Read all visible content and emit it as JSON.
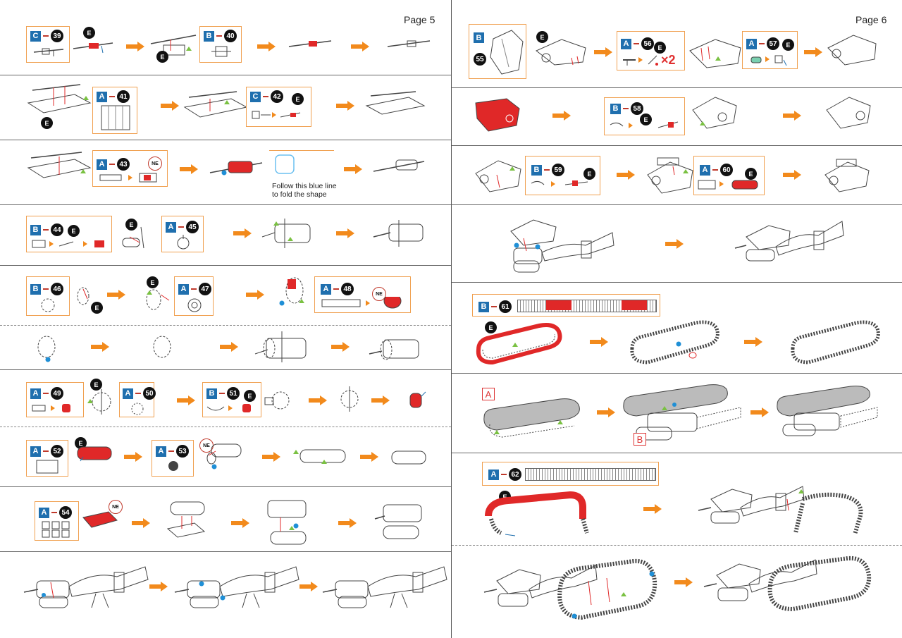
{
  "pages": {
    "left": {
      "label": "Page 5"
    },
    "right": {
      "label": "Page 6"
    }
  },
  "note": {
    "line1": "Follow  this blue line",
    "line2": "to fold the shape"
  },
  "badges": {
    "e": "E",
    "ne": "NE",
    "x2": "×2"
  },
  "box_labels": {
    "a": "A",
    "b": "B"
  },
  "steps": [
    {
      "letter": "C",
      "num": "39"
    },
    {
      "letter": "B",
      "num": "40"
    },
    {
      "letter": "A",
      "num": "41"
    },
    {
      "letter": "C",
      "num": "42"
    },
    {
      "letter": "A",
      "num": "43"
    },
    {
      "letter": "B",
      "num": "44"
    },
    {
      "letter": "A",
      "num": "45"
    },
    {
      "letter": "B",
      "num": "46"
    },
    {
      "letter": "A",
      "num": "47"
    },
    {
      "letter": "A",
      "num": "48"
    },
    {
      "letter": "A",
      "num": "49"
    },
    {
      "letter": "A",
      "num": "50"
    },
    {
      "letter": "B",
      "num": "51"
    },
    {
      "letter": "A",
      "num": "52"
    },
    {
      "letter": "A",
      "num": "53"
    },
    {
      "letter": "A",
      "num": "54"
    },
    {
      "letter": "B",
      "num": "55"
    },
    {
      "letter": "A",
      "num": "56"
    },
    {
      "letter": "A",
      "num": "57"
    },
    {
      "letter": "B",
      "num": "58"
    },
    {
      "letter": "B",
      "num": "59"
    },
    {
      "letter": "A",
      "num": "60"
    },
    {
      "letter": "B",
      "num": "61"
    },
    {
      "letter": "A",
      "num": "62"
    }
  ],
  "colors": {
    "arrow": "#f28a1c",
    "frame": "#f0a050",
    "letter_bg": "#1f6fae",
    "red_part": "#e02828"
  }
}
